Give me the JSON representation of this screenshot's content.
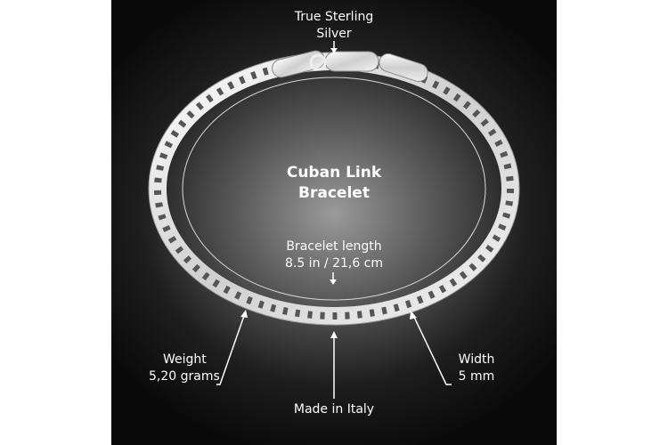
{
  "image_text": {
    "top_label_line1": "True Sterling",
    "top_label_line2": "Silver",
    "title_line1": "Cuban Link",
    "title_line2": "Bracelet",
    "length_line1": "Bracelet length",
    "length_line2": "8.5 in / 21,6 cm",
    "weight_line1": "Weight",
    "weight_line2": "5,20 grams",
    "width_line1": "Width",
    "width_line2": "5 mm",
    "origin": "Made in Italy"
  },
  "colors": {
    "background_outer": "#0a0a0a",
    "background_center": "#9a9a9a",
    "text": "#ffffff",
    "silver": "#e6e6e6"
  }
}
